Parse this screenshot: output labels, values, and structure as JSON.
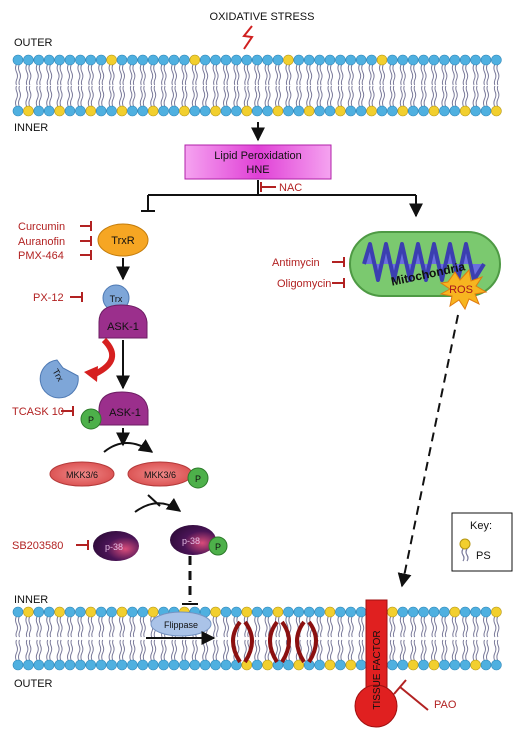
{
  "title": "OXIDATIVE STRESS",
  "membrane_top": {
    "outer_label": "OUTER",
    "inner_label": "INNER"
  },
  "membrane_bottom": {
    "inner_label": "INNER",
    "outer_label": "OUTER"
  },
  "lipid_box": {
    "line1": "Lipid Peroxidation",
    "line2": "HNE"
  },
  "nac": "NAC",
  "trxr": "TrxR",
  "inhibitors_trxr": [
    "Curcumin",
    "Auranofin",
    "PMX-464"
  ],
  "px12": "PX-12",
  "trx": "Trx",
  "ask1": "ASK-1",
  "tcask": "TCASK 10",
  "p": "P",
  "mkk": "MKK3/6",
  "p38": "p-38",
  "sb": "SB203580",
  "flippase": "Flippase",
  "mito": {
    "label": "Mitochondria",
    "ros": "ROS"
  },
  "mito_inhibitors": [
    "Antimycin",
    "Oligomycin"
  ],
  "key": {
    "title": "Key:",
    "ps": "PS"
  },
  "tissue_factor": "TISSUE FACTOR",
  "pao": "PAO",
  "colors": {
    "head_blue": "#4fb0e0",
    "head_yellow": "#f2cf2e",
    "tail": "#7a7a9a",
    "lipid_box": "#e040d6",
    "trxr": "#f6a623",
    "ask1": "#9b2f8c",
    "trx": "#7ea6d8",
    "p_green": "#4db04a",
    "mkk": "#e35d5d",
    "p38": "#3b1248",
    "flippase": "#aac3e8",
    "mito_outer": "#7bc96f",
    "mito_inner": "#6b6fe0",
    "tissue_factor": "#e02020",
    "inhibitor_red": "#b22222"
  }
}
